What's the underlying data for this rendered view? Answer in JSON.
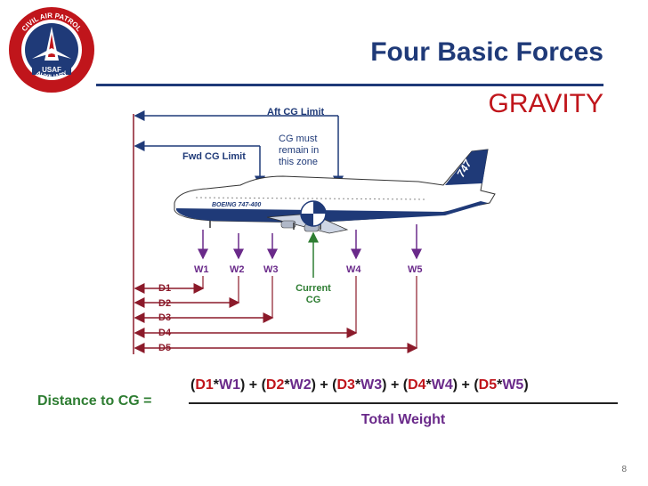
{
  "slide": {
    "title": "Four Basic Forces",
    "subtitle": "GRAVITY",
    "page_number": "8"
  },
  "logo": {
    "text_top": "CIVIL AIR PATROL",
    "text_mid": "USAF",
    "text_bottom": "AUXILIARY"
  },
  "diagram": {
    "aft_cg_limit": "Aft CG Limit",
    "fwd_cg_limit": "Fwd CG Limit",
    "cg_note": [
      "CG must",
      "remain in",
      "this zone"
    ],
    "current_cg": [
      "Current",
      "CG"
    ],
    "aircraft_livery": "BOEING 747-400",
    "tail_text": "747",
    "weights": [
      "W1",
      "W2",
      "W3",
      "W4",
      "W5"
    ],
    "distances": [
      "D1",
      "D2",
      "D3",
      "D4",
      "D5"
    ]
  },
  "formula": {
    "lhs": "Distance to CG =",
    "terms": [
      {
        "d": "D1",
        "w": "W1"
      },
      {
        "d": "D2",
        "w": "W2"
      },
      {
        "d": "D3",
        "w": "W3"
      },
      {
        "d": "D4",
        "w": "W4"
      },
      {
        "d": "D5",
        "w": "W5"
      }
    ],
    "denominator": "Total Weight"
  },
  "colors": {
    "title_blue": "#1f3a78",
    "gravity_red": "#c0151b",
    "distance_red": "#8b1a2a",
    "weight_purple": "#6a2a8a",
    "cg_green": "#2e7d32"
  }
}
